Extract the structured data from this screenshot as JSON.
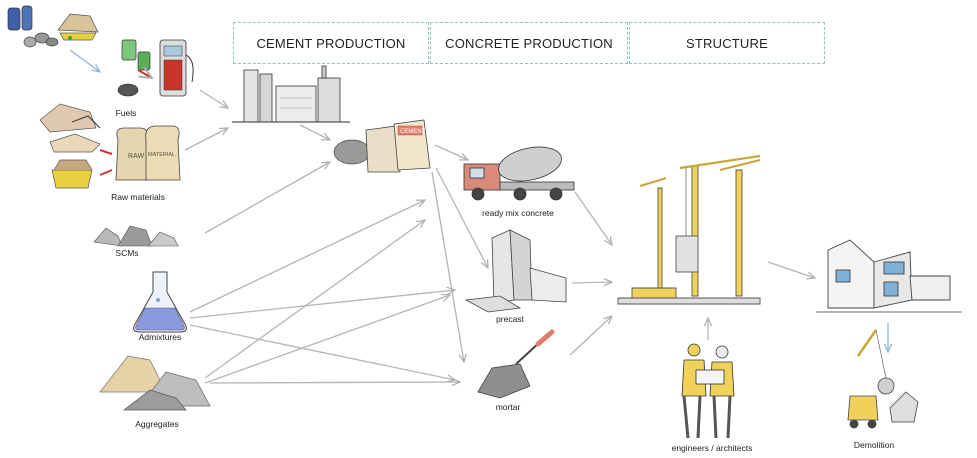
{
  "headers": {
    "cement_production": "CEMENT PRODUCTION",
    "concrete_production": "CONCRETE PRODUCTION",
    "structure": "STRUCTURE"
  },
  "labels": {
    "fuels": "Fuels",
    "raw_materials": "Raw materials",
    "scms": "SCMs",
    "admixtures": "Admixtures",
    "aggregates": "Aggregates",
    "ready_mix_concrete": "ready mix concrete",
    "precast": "precast",
    "mortar": "mortar",
    "engineers_architects": "engineers / architects",
    "demolition": "Demolition"
  },
  "bag_labels": {
    "raw_bag_left": "RAW",
    "raw_bag_right": "MATERIAL",
    "cement_bag": "CEMENT"
  },
  "colors": {
    "header_border": "#8fc6c2",
    "arrow": "#b5b5b5",
    "crane_yellow": "#f0d25a",
    "truck_red": "#d98a7a",
    "flask_liquid": "#8a9ae0",
    "glass_blue": "#7fb0d8"
  }
}
